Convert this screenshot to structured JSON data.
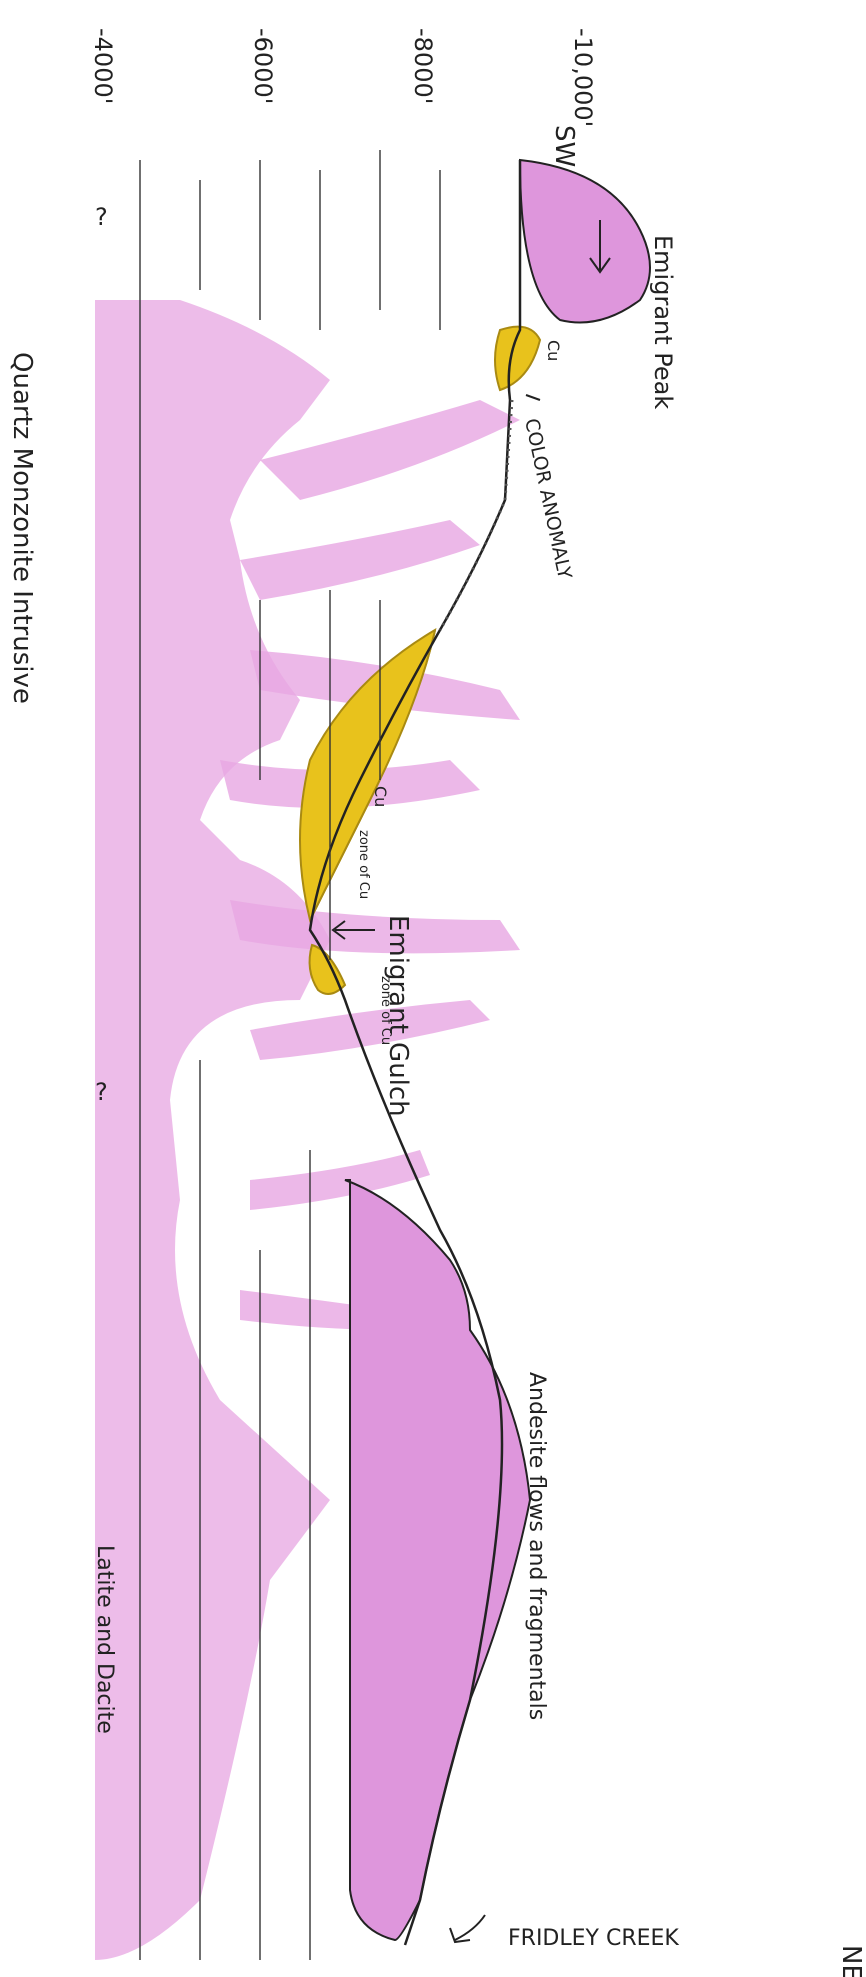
{
  "colors": {
    "paper": "#ffffff",
    "ink": "#222222",
    "intrusive": "#e7a6e2",
    "andesite": "#de96dc",
    "altered_zone": "#e8c21c",
    "altered_zone_dark": "#a98a12"
  },
  "elevations": {
    "e10000": "-10,000'",
    "e8000": "-8000'",
    "e6000": "-6000'",
    "e4000": "-4000'"
  },
  "labels": {
    "sw": "SW",
    "ne": "NE",
    "emigrant_peak": "Emigrant Peak",
    "color_anomaly": "COLOR ANOMALY",
    "emigrant_gulch": "Emigrant Gulch",
    "quartz_monzonite": "Quartz Monzonite Intrusive",
    "andesite": "Andesite flows and fragmentals",
    "latite_dacite": "Latite and Dacite",
    "fridley_creek": "FRIDLEY CREEK",
    "cu_mark_1": "Cu",
    "cu_mark_2": "Cu",
    "zone_of_cu_1": "zone of Cu",
    "zone_of_cu_2": "zone of Cu",
    "question_1": "?",
    "question_2": "?"
  }
}
